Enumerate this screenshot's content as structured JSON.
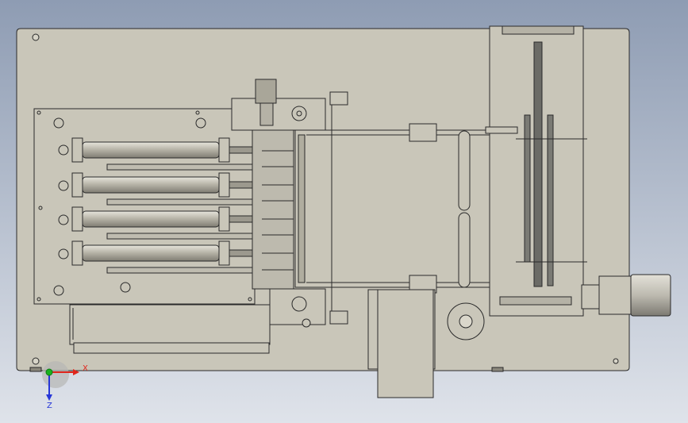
{
  "viewport": {
    "background_top": "#8e9cb3",
    "background_bottom": "#dfe3ea",
    "part_color": "#c9c6b9",
    "part_dark": "#a9a699",
    "rail_color": "#6b6b66",
    "edge_color": "#2a2a2a"
  },
  "triad": {
    "x_label": "X",
    "z_label": "Z",
    "x_color": "#e0261d",
    "y_color": "#18b21e",
    "z_color": "#2636d8"
  },
  "cylinders": {
    "count": 4
  }
}
